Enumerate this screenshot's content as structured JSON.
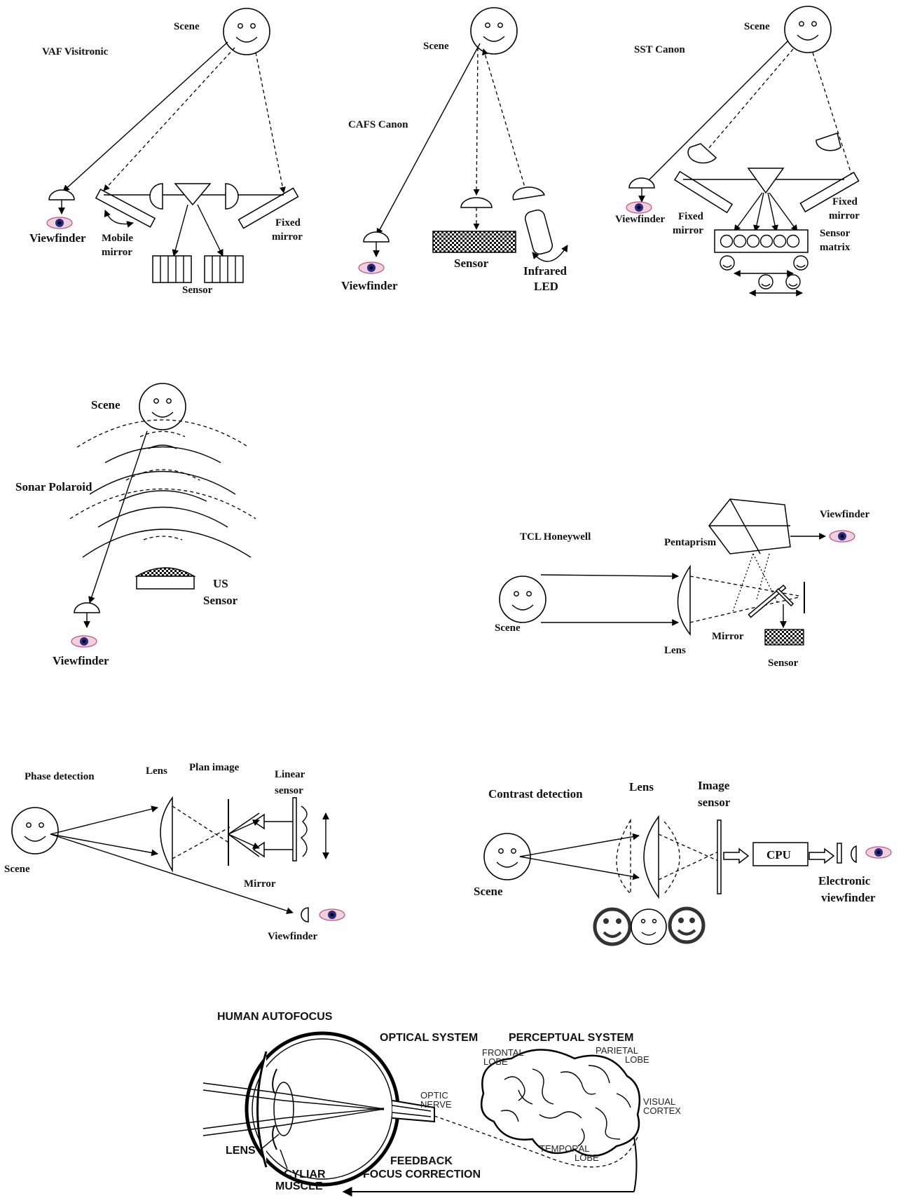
{
  "panels": {
    "vaf": {
      "title": "VAF Visitronic",
      "scene": "Scene",
      "viewfinder": "Viewfinder",
      "mobile_mirror": [
        "Mobile",
        "mirror"
      ],
      "fixed_mirror": [
        "Fixed",
        "mirror"
      ],
      "sensor": "Sensor"
    },
    "cafs": {
      "title": "CAFS  Canon",
      "scene": "Scene",
      "viewfinder": "Viewfinder",
      "sensor": "Sensor",
      "infrared_led": [
        "Infrared",
        "LED"
      ]
    },
    "sst": {
      "title": "SST  Canon",
      "scene": "Scene",
      "viewfinder": "Viewfinder",
      "fixed_mirror_left": [
        "Fixed",
        "mirror"
      ],
      "fixed_mirror_right": [
        "Fixed",
        "mirror"
      ],
      "sensor_matrix": [
        "Sensor",
        "matrix"
      ]
    },
    "sonar": {
      "title": "Sonar Polaroid",
      "scene": "Scene",
      "us_sensor": [
        "US",
        "Sensor"
      ],
      "viewfinder": "Viewfinder"
    },
    "tcl": {
      "title": "TCL Honeywell",
      "pentaprism": "Pentaprism",
      "viewfinder": "Viewfinder",
      "scene": "Scene",
      "lens": "Lens",
      "mirror": "Mirror",
      "sensor": "Sensor"
    },
    "phase": {
      "title": "Phase detection",
      "lens": "Lens",
      "plan_image": "Plan image",
      "linear_sensor": [
        "Linear",
        "sensor"
      ],
      "scene": "Scene",
      "mirror": "Mirror",
      "viewfinder": "Viewfinder"
    },
    "contrast": {
      "title": "Contrast detection",
      "lens": "Lens",
      "image_sensor": [
        "Image",
        "sensor"
      ],
      "scene": "Scene",
      "cpu": "CPU",
      "electronic_viewfinder": [
        "Electronic",
        "viewfinder"
      ]
    },
    "human": {
      "title": "HUMAN AUTOFOCUS",
      "optical_system": "OPTICAL SYSTEM",
      "perceptual_system": "PERCEPTUAL SYSTEM",
      "frontal_lobe": [
        "FRONTAL",
        "LOBE"
      ],
      "parietal_lobe": [
        "PARIETAL",
        "LOBE"
      ],
      "optic_nerve": [
        "OPTIC",
        "NERVE"
      ],
      "visual_cortex": [
        "VISUAL",
        "CORTEX"
      ],
      "temporal_lobe": [
        "TEMPORAL",
        "LOBE"
      ],
      "lens": "LENS",
      "cyliar_muscle": [
        "CYLIAR",
        "MUSCLE"
      ],
      "feedback": [
        "FEEDBACK",
        "FOCUS CORRECTION"
      ]
    }
  },
  "colors": {
    "ink": "#000000",
    "eye_iris": "#2a2a8a",
    "eye_lid": "#d45a8a"
  }
}
